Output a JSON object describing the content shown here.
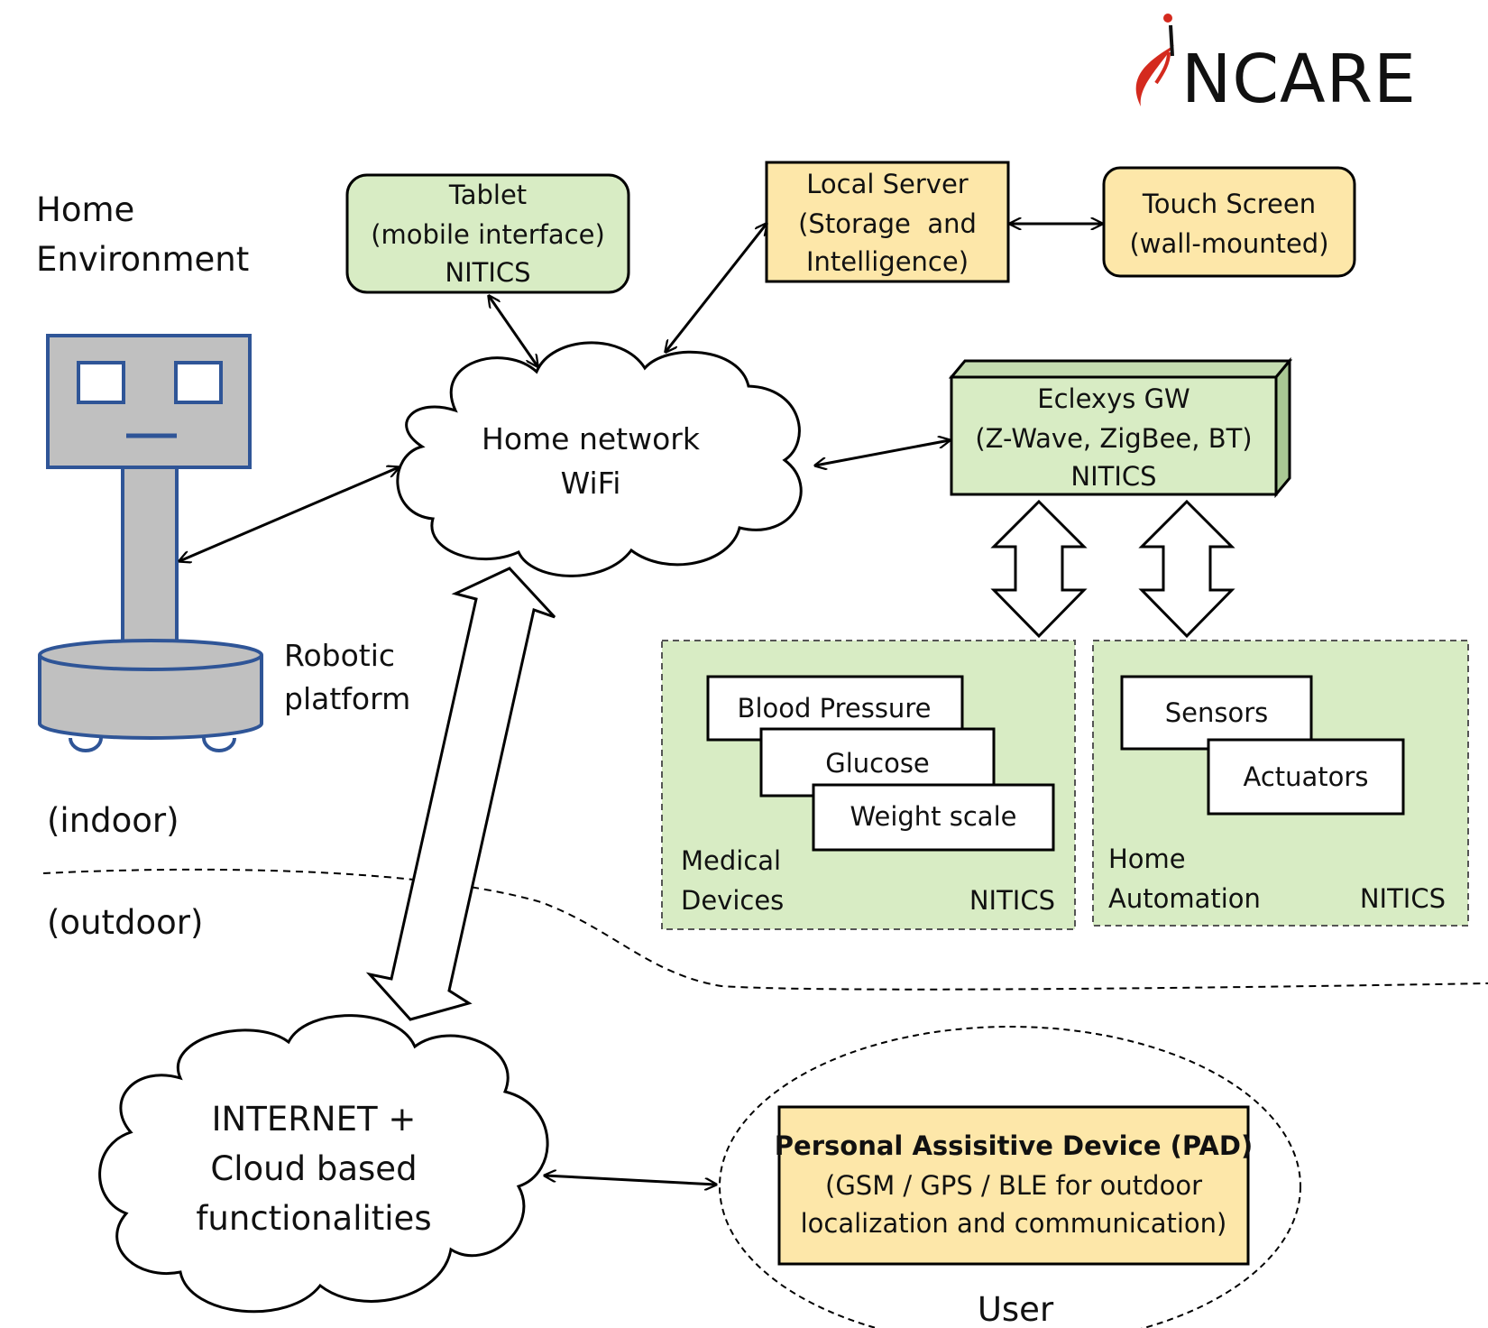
{
  "logo": {
    "text": "NCARE"
  },
  "labels": {
    "home_line1": "Home",
    "home_line2": "Environment",
    "robotic_line1": "Robotic",
    "robotic_line2": "platform",
    "indoor": "(indoor)",
    "outdoor": "(outdoor)",
    "user": "User"
  },
  "nodes": {
    "tablet": {
      "line1": "Tablet",
      "line2": "(mobile interface)",
      "line3": "NITICS"
    },
    "local_server": {
      "line1": "Local Server",
      "line2": "(Storage  and",
      "line3": "Intelligence)"
    },
    "touch_screen": {
      "line1": "Touch Screen",
      "line2": "(wall-mounted)"
    },
    "home_network": {
      "line1": "Home network",
      "line2": "WiFi"
    },
    "eclexys_gw": {
      "line1": "Eclexys GW",
      "line2": "(Z-Wave, ZigBee, BT)",
      "line3": "NITICS"
    },
    "medical_group": {
      "items": [
        "Blood Pressure",
        "Glucose",
        "Weight scale"
      ],
      "label_line1": "Medical",
      "label_line2": "Devices",
      "tag": "NITICS"
    },
    "automation_group": {
      "items": [
        "Sensors",
        "Actuators"
      ],
      "label_line1": "Home",
      "label_line2": "Automation",
      "tag": "NITICS"
    },
    "internet": {
      "line1": "INTERNET +",
      "line2": "Cloud based",
      "line3": "functionalities"
    },
    "pad": {
      "line1": "Personal Assisitive Device (PAD)",
      "line2": "(GSM / GPS / BLE for outdoor",
      "line3": "localization and communication)"
    }
  },
  "colors": {
    "green_fill": "#d8ecc4",
    "yellow_fill": "#fde7a9",
    "robot_fill": "#c0c0c0",
    "robot_stroke": "#2f5597",
    "logo_red": "#d42a1e"
  }
}
